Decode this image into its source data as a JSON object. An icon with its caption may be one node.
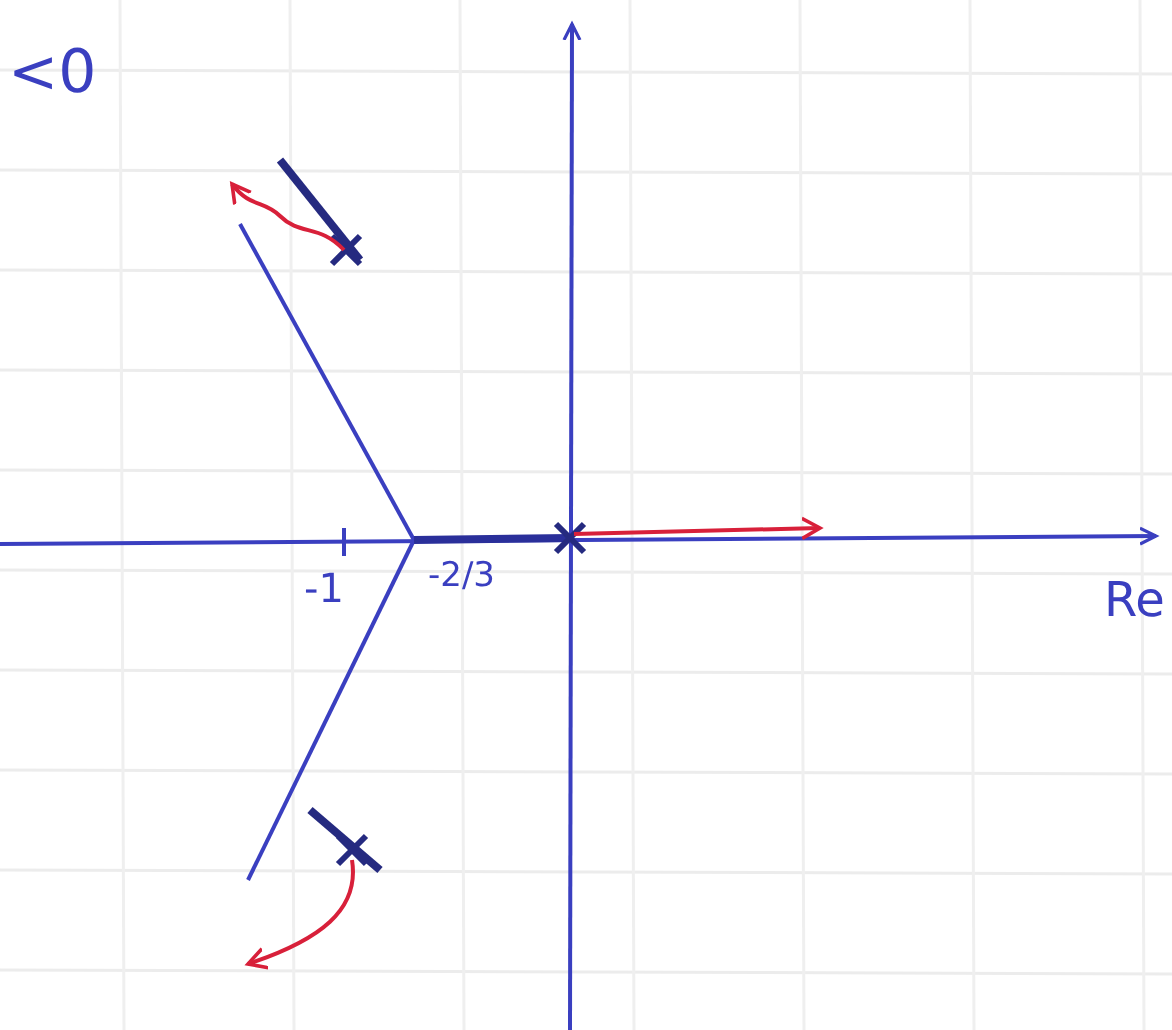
{
  "diagram": {
    "labels": [
      "<0",
      "-1",
      "-2/3",
      "Re"
    ]
  }
}
